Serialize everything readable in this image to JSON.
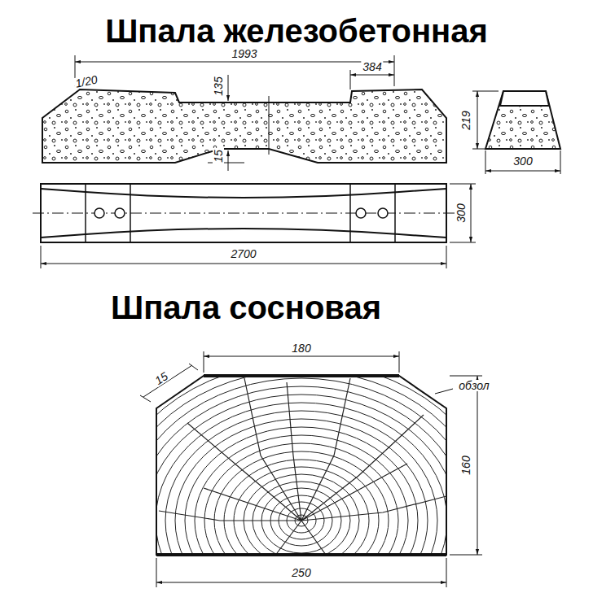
{
  "diagram": {
    "labels": [
      "Шпала железобетонная",
      "1993",
      "1/20",
      "384",
      "135",
      "15",
      "219",
      "300",
      "300",
      "2700",
      "Шпала сосновая",
      "180",
      "15",
      "обзол",
      "160",
      "250"
    ]
  }
}
